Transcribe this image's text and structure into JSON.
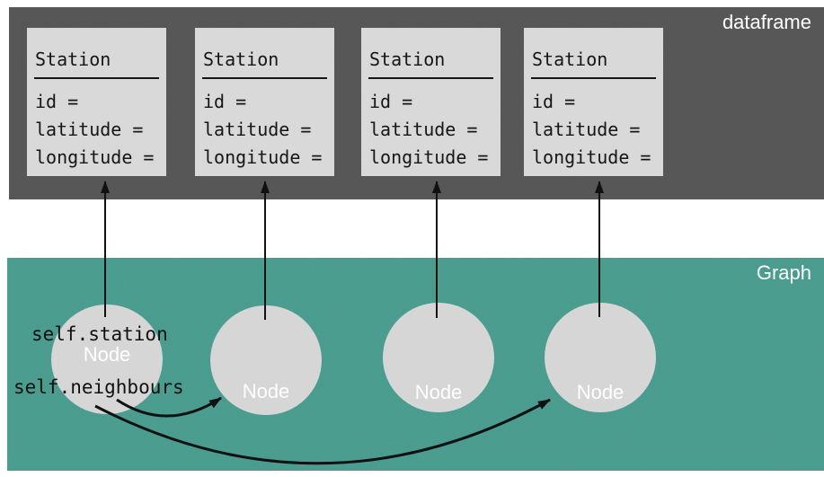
{
  "dataframe": {
    "label": "dataframe",
    "cards": [
      {
        "title": "Station",
        "fields": [
          "id =",
          "latitude =",
          "longitude ="
        ]
      },
      {
        "title": "Station",
        "fields": [
          "id =",
          "latitude =",
          "longitude ="
        ]
      },
      {
        "title": "Station",
        "fields": [
          "id =",
          "latitude =",
          "longitude ="
        ]
      },
      {
        "title": "Station",
        "fields": [
          "id =",
          "latitude =",
          "longitude ="
        ]
      }
    ]
  },
  "graph": {
    "label": "Graph",
    "nodes": [
      {
        "label": "Node"
      },
      {
        "label": "Node"
      },
      {
        "label": "Node"
      },
      {
        "label": "Node"
      }
    ],
    "annotations": {
      "station": "self.station",
      "neighbours": "self.neighbours"
    }
  },
  "colors": {
    "dataframe_bg": "#5a5a5a",
    "graph_bg": "#4da193",
    "card_bg": "#d9d9d9",
    "node_bg": "#d6d6d6",
    "arrow": "#111111",
    "panel_label_text": "#ffffff",
    "code_text": "#161616"
  }
}
